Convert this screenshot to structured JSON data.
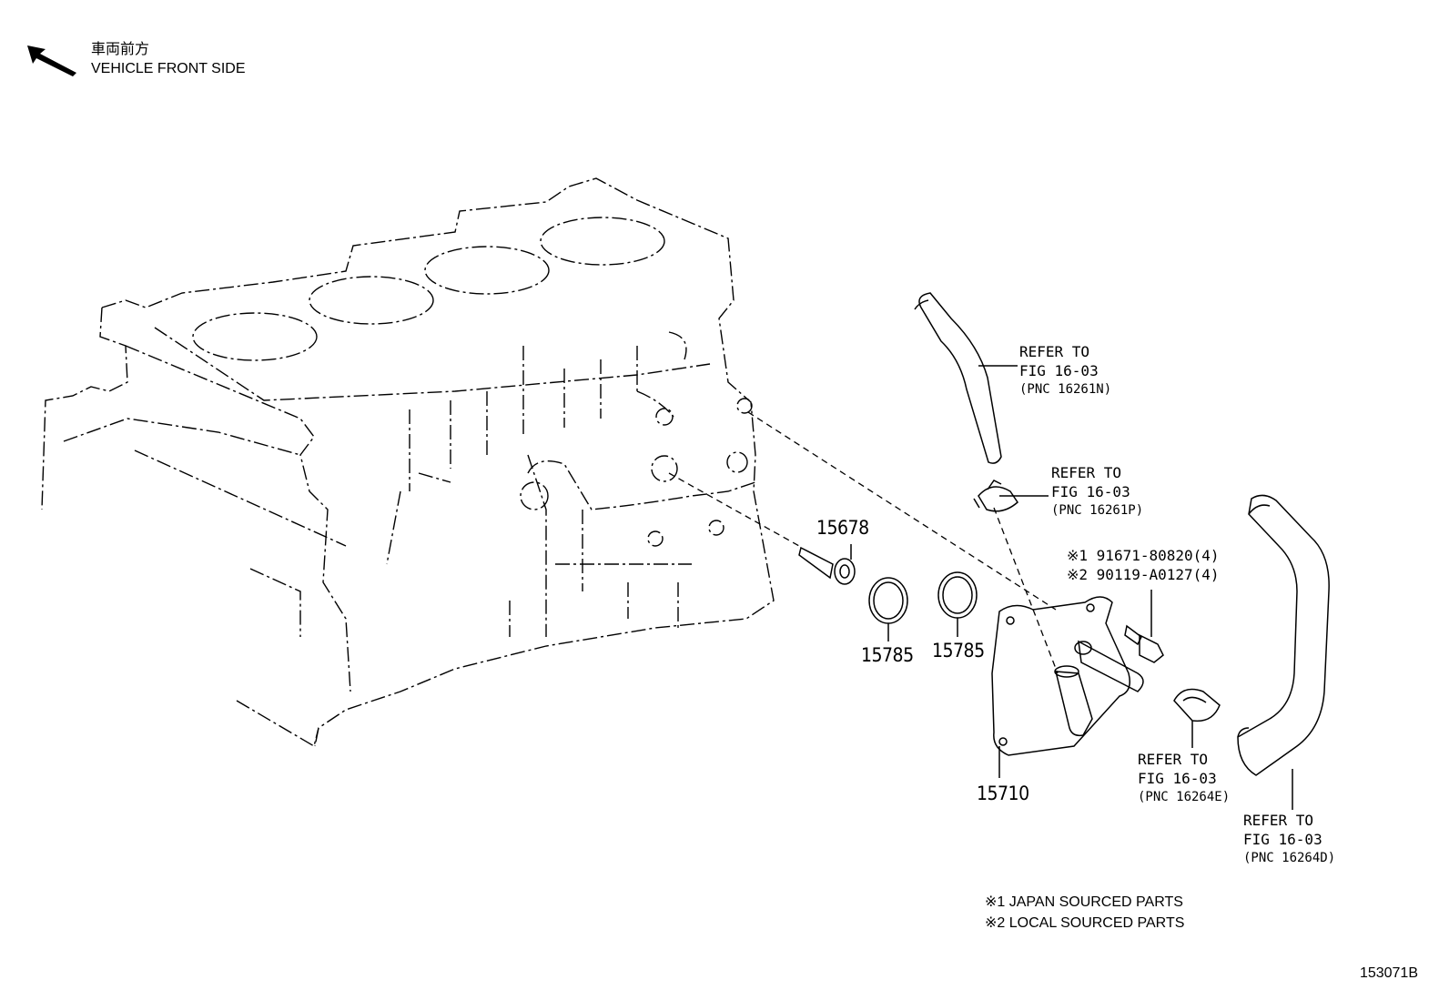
{
  "header": {
    "japanese_label": "車両前方",
    "english_label": "VEHICLE FRONT SIDE",
    "arrow_icon": "arrow-up-left-icon"
  },
  "parts": {
    "p15678": "15678",
    "p15785_a": "15785",
    "p15785_b": "15785",
    "p15710": "15710"
  },
  "bolt": {
    "line1": "※1 91671-80820(4)",
    "line2": "※2 90119-A0127(4)"
  },
  "refers": {
    "r1": {
      "line1": "REFER TO",
      "line2": "FIG 16-03",
      "line3": "(PNC 16261N)"
    },
    "r2": {
      "line1": "REFER TO",
      "line2": "FIG 16-03",
      "line3": "(PNC 16261P)"
    },
    "r3": {
      "line1": "REFER TO",
      "line2": "FIG 16-03",
      "line3": "(PNC 16264E)"
    },
    "r4": {
      "line1": "REFER TO",
      "line2": "FIG 16-03",
      "line3": "(PNC 16264D)"
    }
  },
  "notes": {
    "note1": "※1 JAPAN SOURCED PARTS",
    "note2": "※2 LOCAL SOURCED PARTS"
  },
  "figure_id": "153071B"
}
